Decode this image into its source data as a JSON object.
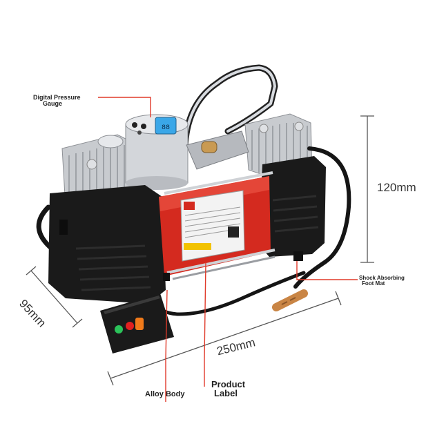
{
  "labels": {
    "digital_pressure_gauge": [
      "Digital Pressure",
      "Gauge"
    ],
    "shock_absorbing_foot_mat": [
      "Shock Absorbing",
      "Foot Mat"
    ],
    "alloy_body": "Alloy Body",
    "product_label": [
      "Product",
      "Label"
    ]
  },
  "dimensions": {
    "height": "120mm",
    "depth": "95mm",
    "width": "250mm"
  },
  "colors": {
    "callout_line": "#e03a2a",
    "body_red": "#d42a1f",
    "housing": "#1a1a1a",
    "metal": "#c9ccd0",
    "gauge_screen": "#3aa7e8"
  }
}
